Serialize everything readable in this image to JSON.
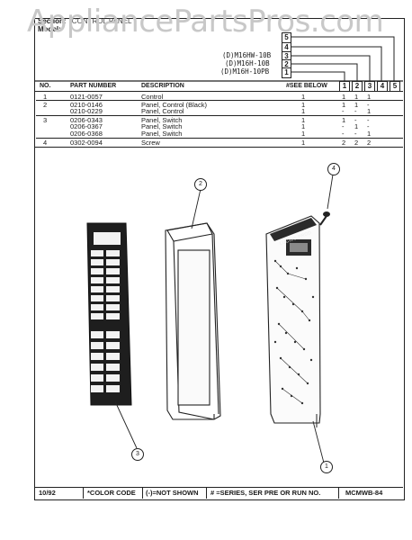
{
  "watermark": "AppliancePartsPros.com",
  "header": {
    "section_label": "Section:",
    "section_value": "CONTROL PANEL",
    "model_label": "Model:",
    "models": [
      "(D)M16HW-10B",
      "(D)M16H-10B",
      "(D)M16H-10PB"
    ],
    "model_numbers": [
      "1",
      "2",
      "3"
    ],
    "stack_numbers": [
      "5",
      "4"
    ]
  },
  "table": {
    "columns": [
      "NO.",
      "PART NUMBER",
      "DESCRIPTION",
      "#SEE BELOW"
    ],
    "model_columns": [
      "1",
      "2",
      "3",
      "4",
      "5"
    ],
    "rows": [
      {
        "no": "1",
        "part": "0121-0057",
        "desc": "Control",
        "qty": "1",
        "c1": "1",
        "c2": "1",
        "c3": "1"
      },
      {
        "no": "2",
        "part": "0210-0146",
        "desc": "Panel, Control (Black)",
        "qty": "1",
        "c1": "1",
        "c2": "1",
        "c3": "-"
      },
      {
        "no": "",
        "part": "0210-0229",
        "desc": "Panel, Control",
        "qty": "1",
        "c1": "-",
        "c2": "-",
        "c3": "1"
      },
      {
        "no": "3",
        "part": "0206-0343",
        "desc": "Panel, Switch",
        "qty": "1",
        "c1": "1",
        "c2": "-",
        "c3": "-"
      },
      {
        "no": "",
        "part": "0206-0367",
        "desc": "Panel, Switch",
        "qty": "1",
        "c1": "-",
        "c2": "1",
        "c3": "-"
      },
      {
        "no": "",
        "part": "0206-0368",
        "desc": "Panel, Switch",
        "qty": "1",
        "c1": "-",
        "c2": "-",
        "c3": "1"
      },
      {
        "no": "4",
        "part": "0302-0094",
        "desc": "Screw",
        "qty": "1",
        "c1": "2",
        "c2": "2",
        "c3": "2"
      }
    ]
  },
  "diagram": {
    "callouts": [
      "1",
      "2",
      "3",
      "4"
    ],
    "display_text": "LUCIUS PROD"
  },
  "footer": {
    "date": "10/92",
    "color_code": "*COLOR CODE",
    "not_shown": "(-)=NOT SHOWN",
    "series": "# =SERIES, SER PRE OR RUN NO.",
    "page_code": "MCMWB-84"
  }
}
